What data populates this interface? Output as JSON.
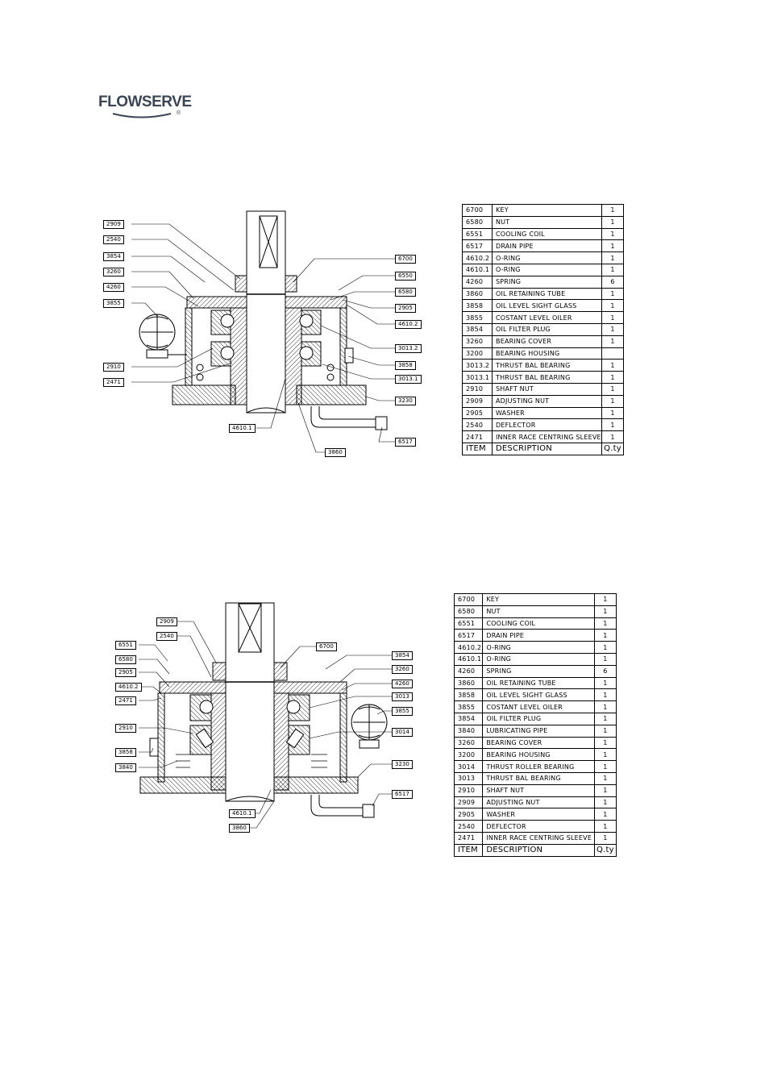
{
  "brand": {
    "logo_text": "FLOWSERVE",
    "logo_mark": "®"
  },
  "figure1": {
    "callouts": [
      "2909",
      "2540",
      "3854",
      "3260",
      "4260",
      "3855",
      "2910",
      "2471",
      "6700",
      "6550",
      "6580",
      "2905",
      "4610.2",
      "3013.2",
      "3858",
      "3013.1",
      "3230",
      "4610.1",
      "6517",
      "3860"
    ],
    "parts_table": {
      "header": {
        "item": "ITEM",
        "description": "DESCRIPTION",
        "qty": "Q.ty"
      },
      "rows": [
        {
          "item": "6700",
          "description": "KEY",
          "qty": "1"
        },
        {
          "item": "6580",
          "description": "NUT",
          "qty": "1"
        },
        {
          "item": "6551",
          "description": "COOLING COIL",
          "qty": "1"
        },
        {
          "item": "6517",
          "description": "DRAIN PIPE",
          "qty": "1"
        },
        {
          "item": "4610.2",
          "description": "O-RING",
          "qty": "1"
        },
        {
          "item": "4610.1",
          "description": "O-RING",
          "qty": "1"
        },
        {
          "item": "4260",
          "description": "SPRING",
          "qty": "6"
        },
        {
          "item": "3860",
          "description": "OIL RETAINING TUBE",
          "qty": "1"
        },
        {
          "item": "3858",
          "description": "OIL LEVEL SIGHT GLASS",
          "qty": "1"
        },
        {
          "item": "3855",
          "description": "COSTANT LEVEL OILER",
          "qty": "1"
        },
        {
          "item": "3854",
          "description": "OIL FILTER PLUG",
          "qty": "1"
        },
        {
          "item": "3260",
          "description": "BEARING COVER",
          "qty": "1"
        },
        {
          "item": "3200",
          "description": "BEARING HOUSING",
          "qty": ""
        },
        {
          "item": "3013.2",
          "description": "THRUST BAL BEARING",
          "qty": "1"
        },
        {
          "item": "3013.1",
          "description": "THRUST BAL BEARING",
          "qty": "1"
        },
        {
          "item": "2910",
          "description": "SHAFT NUT",
          "qty": "1"
        },
        {
          "item": "2909",
          "description": "ADJUSTING NUT",
          "qty": "1"
        },
        {
          "item": "2905",
          "description": "WASHER",
          "qty": "1"
        },
        {
          "item": "2540",
          "description": "DEFLECTOR",
          "qty": "1"
        },
        {
          "item": "2471",
          "description": "INNER RACE CENTRING SLEEVE",
          "qty": "1"
        }
      ]
    }
  },
  "figure2": {
    "callouts": [
      "2909",
      "2540",
      "6551",
      "6580",
      "2905",
      "4610.2",
      "2471",
      "2910",
      "3858",
      "3840",
      "6700",
      "3854",
      "3260",
      "4260",
      "3013",
      "3855",
      "3014",
      "3230",
      "6517",
      "4610.1",
      "3860"
    ],
    "parts_table": {
      "header": {
        "item": "ITEM",
        "description": "DESCRIPTION",
        "qty": "Q.ty"
      },
      "rows": [
        {
          "item": "6700",
          "description": "KEY",
          "qty": "1"
        },
        {
          "item": "6580",
          "description": "NUT",
          "qty": "1"
        },
        {
          "item": "6551",
          "description": "COOLING COIL",
          "qty": "1"
        },
        {
          "item": "6517",
          "description": "DRAIN PIPE",
          "qty": "1"
        },
        {
          "item": "4610.2",
          "description": "O-RING",
          "qty": "1"
        },
        {
          "item": "4610.1",
          "description": "O-RING",
          "qty": "1"
        },
        {
          "item": "4260",
          "description": "SPRING",
          "qty": "6"
        },
        {
          "item": "3860",
          "description": "OIL RETAINING TUBE",
          "qty": "1"
        },
        {
          "item": "3858",
          "description": "OIL LEVEL SIGHT GLASS",
          "qty": "1"
        },
        {
          "item": "3855",
          "description": "COSTANT LEVEL OILER",
          "qty": "1"
        },
        {
          "item": "3854",
          "description": "OIL FILTER PLUG",
          "qty": "1"
        },
        {
          "item": "3840",
          "description": "LUBRICATING PIPE",
          "qty": "1"
        },
        {
          "item": "3260",
          "description": "BEARING COVER",
          "qty": "1"
        },
        {
          "item": "3200",
          "description": "BEARING HOUSING",
          "qty": "1"
        },
        {
          "item": "3014",
          "description": "THRUST ROLLER BEARING",
          "qty": "1"
        },
        {
          "item": "3013",
          "description": "THRUST BAL BEARING",
          "qty": "1"
        },
        {
          "item": "2910",
          "description": "SHAFT NUT",
          "qty": "1"
        },
        {
          "item": "2909",
          "description": "ADJUSTING NUT",
          "qty": "1"
        },
        {
          "item": "2905",
          "description": "WASHER",
          "qty": "1"
        },
        {
          "item": "2540",
          "description": "DEFLECTOR",
          "qty": "1"
        },
        {
          "item": "2471",
          "description": "INNER RACE CENTRING SLEEVE",
          "qty": "1"
        }
      ]
    }
  }
}
